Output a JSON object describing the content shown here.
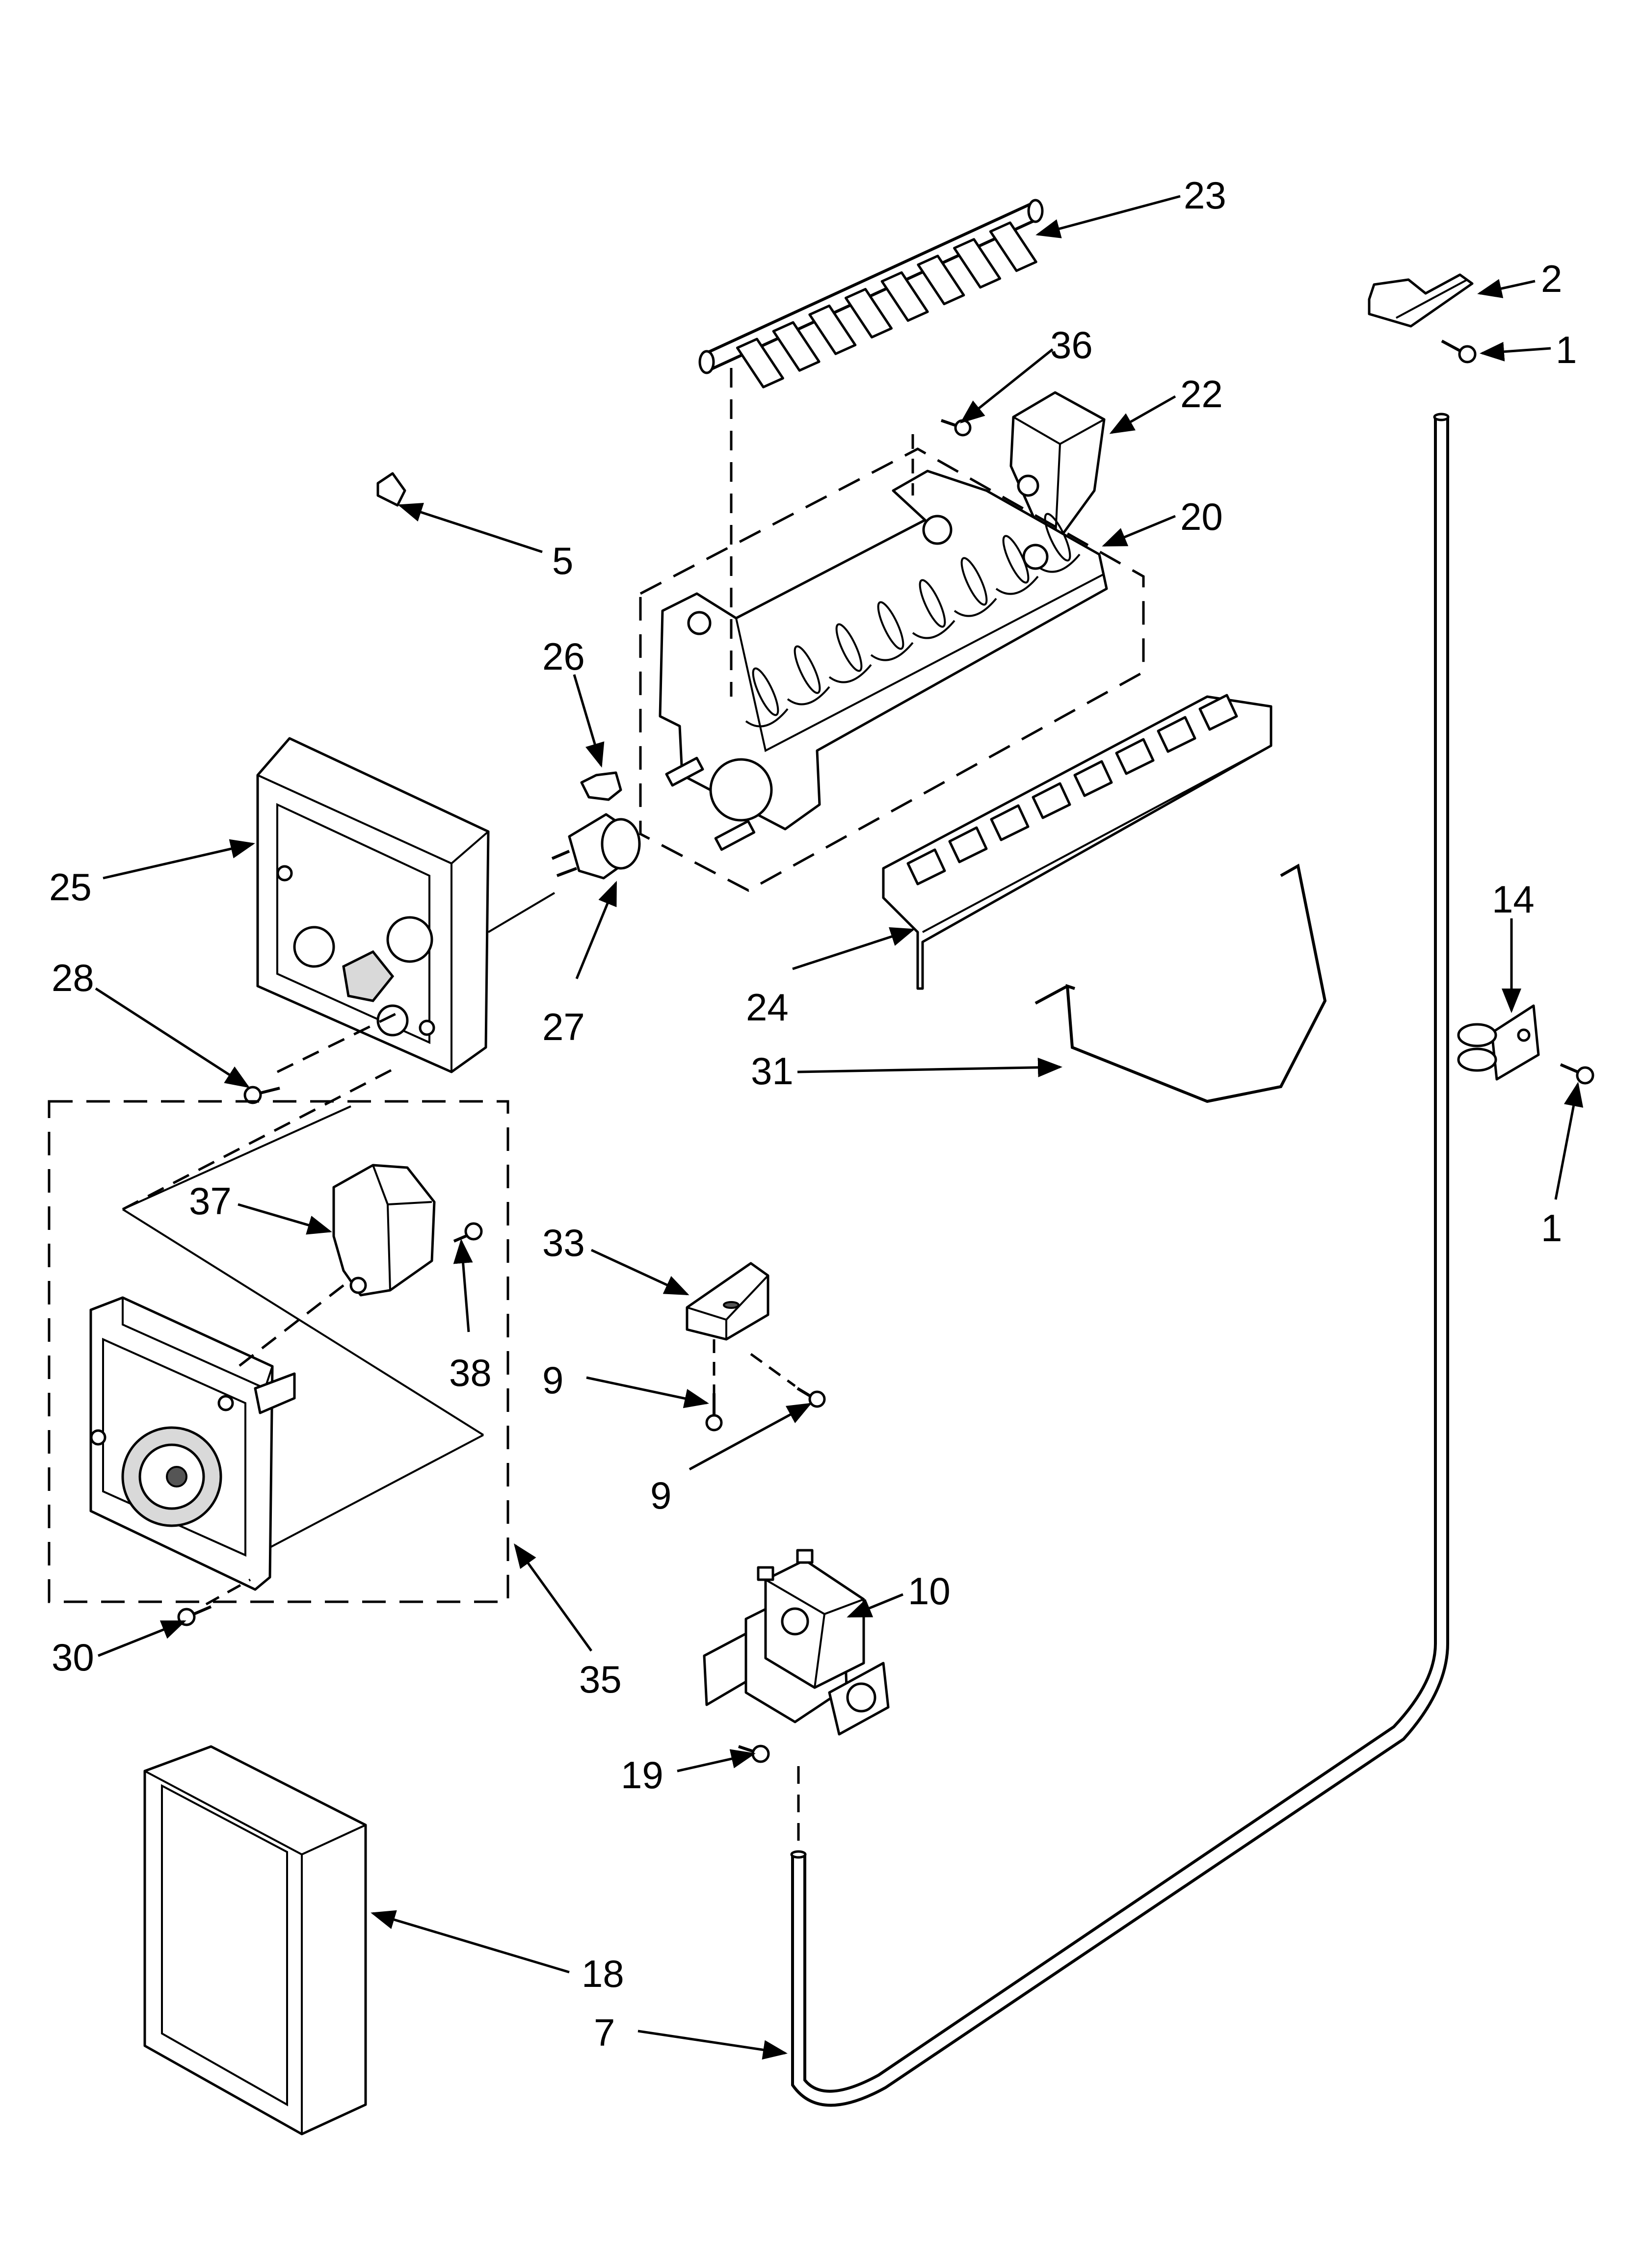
{
  "diagram": {
    "labels": [
      {
        "id": "l23",
        "text": "23"
      },
      {
        "id": "l2",
        "text": "2"
      },
      {
        "id": "l1a",
        "text": "1"
      },
      {
        "id": "l36",
        "text": "36"
      },
      {
        "id": "l22",
        "text": "22"
      },
      {
        "id": "l20",
        "text": "20"
      },
      {
        "id": "l5",
        "text": "5"
      },
      {
        "id": "l26",
        "text": "26"
      },
      {
        "id": "l25",
        "text": "25"
      },
      {
        "id": "l27",
        "text": "27"
      },
      {
        "id": "l28",
        "text": "28"
      },
      {
        "id": "l24",
        "text": "24"
      },
      {
        "id": "l14",
        "text": "14"
      },
      {
        "id": "l31",
        "text": "31"
      },
      {
        "id": "l1b",
        "text": "1"
      },
      {
        "id": "l37",
        "text": "37"
      },
      {
        "id": "l33",
        "text": "33"
      },
      {
        "id": "l38",
        "text": "38"
      },
      {
        "id": "l9a",
        "text": "9"
      },
      {
        "id": "l9b",
        "text": "9"
      },
      {
        "id": "l10",
        "text": "10"
      },
      {
        "id": "l30",
        "text": "30"
      },
      {
        "id": "l35",
        "text": "35"
      },
      {
        "id": "l19",
        "text": "19"
      },
      {
        "id": "l18",
        "text": "18"
      },
      {
        "id": "l7",
        "text": "7"
      }
    ]
  }
}
